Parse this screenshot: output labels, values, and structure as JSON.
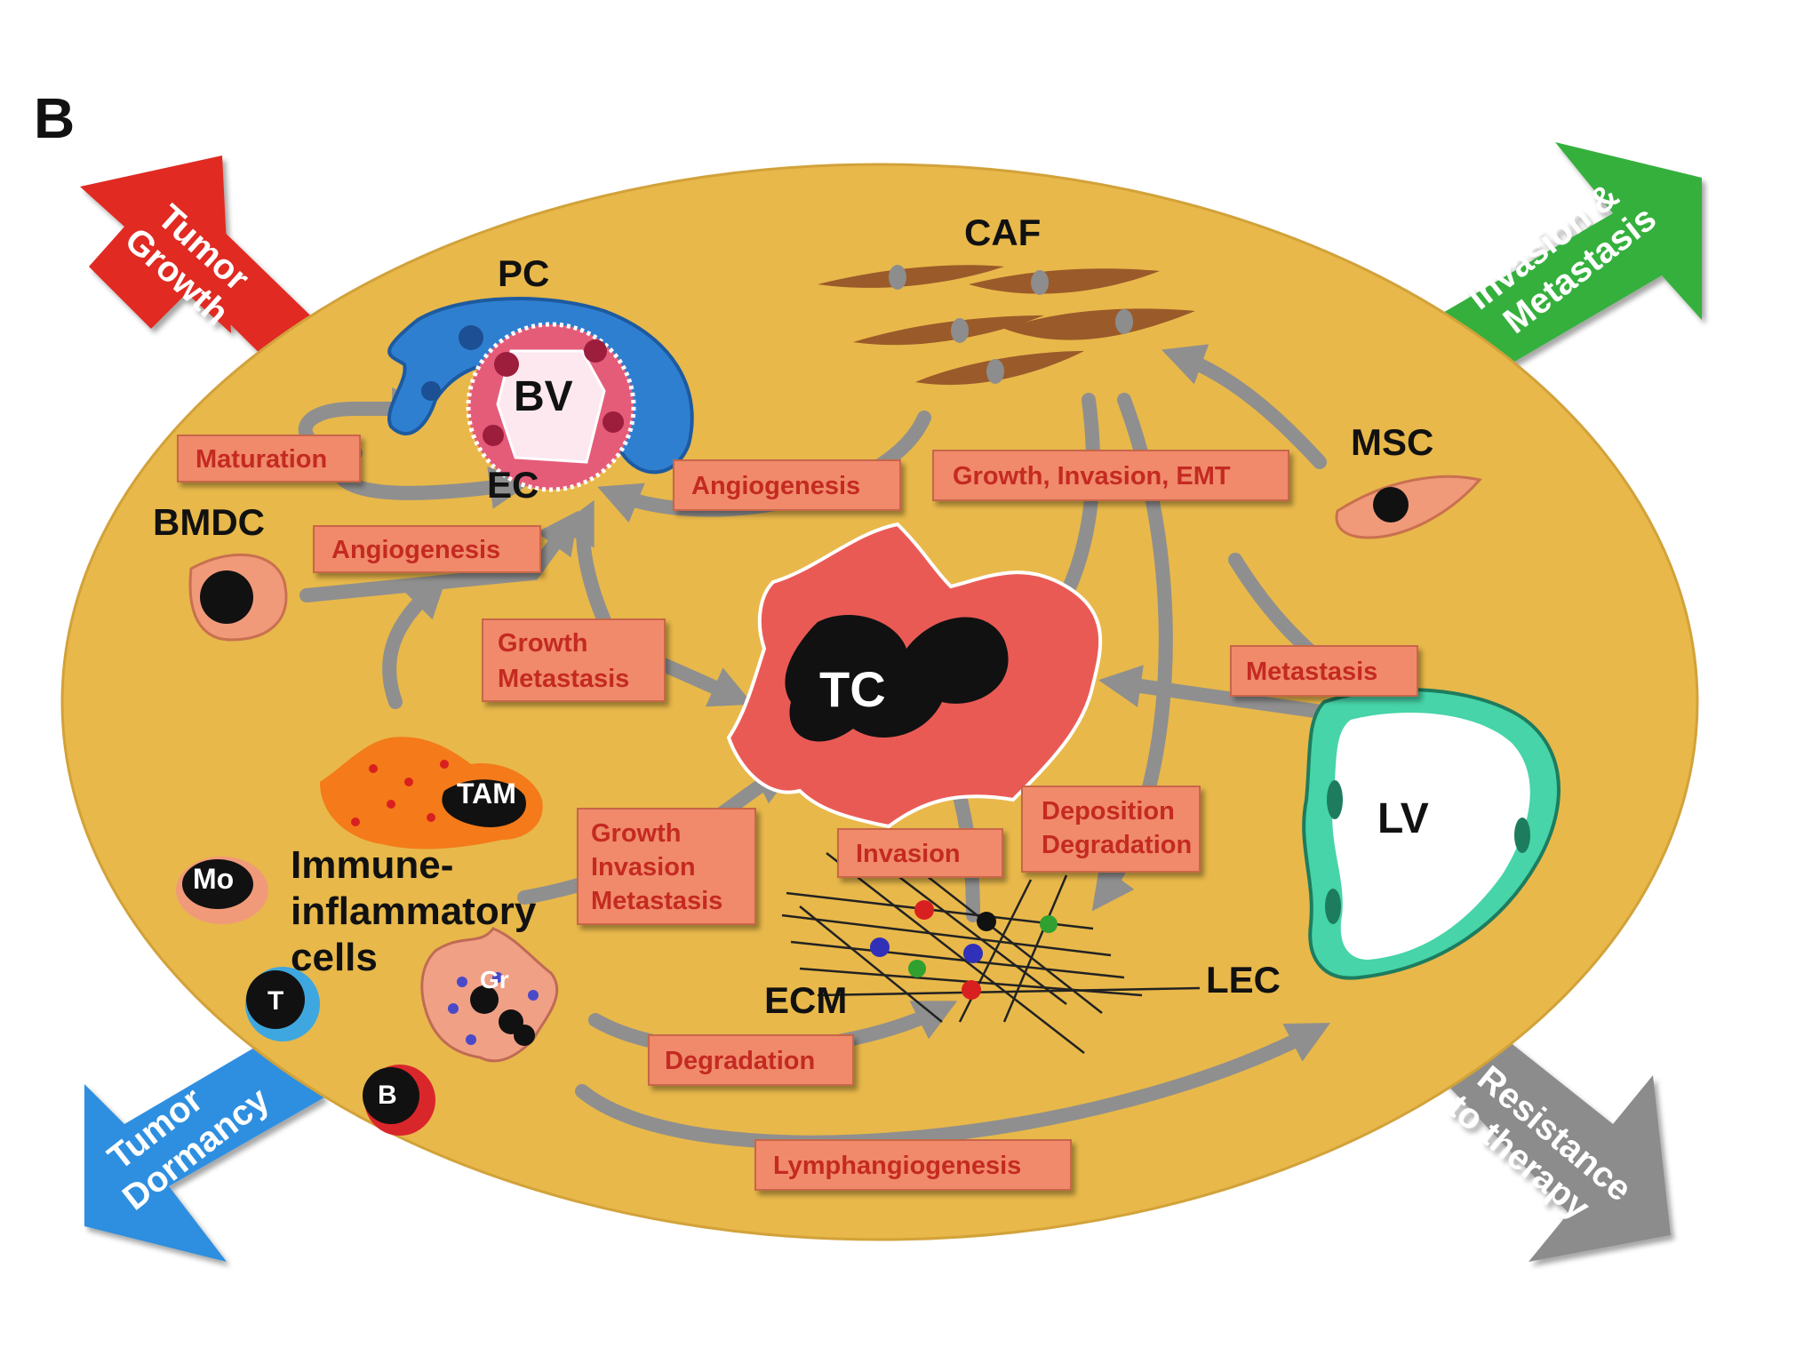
{
  "panel_label": "B",
  "corner_arrows": {
    "top_left": {
      "lines": [
        "Tumor",
        "Growth"
      ],
      "color": "#e02a22"
    },
    "top_right": {
      "lines": [
        "Invasion &",
        "Metastasis"
      ],
      "color": "#34b03c"
    },
    "bottom_left": {
      "lines": [
        "Tumor",
        "Dormancy"
      ],
      "color": "#2f8fe0"
    },
    "bottom_right": {
      "lines": [
        "Resistance",
        "to therapy"
      ],
      "color": "#8c8c8c"
    }
  },
  "cells": {
    "pc": "PC",
    "bv": "BV",
    "ec": "EC",
    "caf": "CAF",
    "msc": "MSC",
    "bmdc": "BMDC",
    "tc": "TC",
    "tam": "TAM",
    "mo": "Mo",
    "immune": [
      "Immune-",
      "inflammatory",
      "cells"
    ],
    "gr": "Gr",
    "t": "T",
    "b": "B",
    "lv": "LV",
    "ecm": "ECM",
    "lec": "LEC"
  },
  "processes": {
    "maturation": "Maturation",
    "angiogenesis_bmdc": "Angiogenesis",
    "angiogenesis_caf": "Angiogenesis",
    "growth_invasion_emt": "Growth, Invasion, EMT",
    "growth_metastasis": [
      "Growth",
      "Metastasis"
    ],
    "metastasis": "Metastasis",
    "growth_invasion_metastasis": [
      "Growth",
      "Invasion",
      "Metastasis"
    ],
    "invasion": "Invasion",
    "deposition_degradation": [
      "Deposition",
      "Degradation"
    ],
    "degradation": "Degradation",
    "lymphangiogenesis": "Lymphangiogenesis"
  },
  "colors": {
    "stroma": "#e8b84a",
    "tumor_cell": "#ea5a55",
    "label_box": "#f08a6a",
    "label_text": "#c42a22",
    "flow_arrow": "#8f8f8f",
    "caf": "#9a5a2a",
    "pericyte": "#2f7fd0",
    "lymph_vessel": "#46d4a8"
  }
}
